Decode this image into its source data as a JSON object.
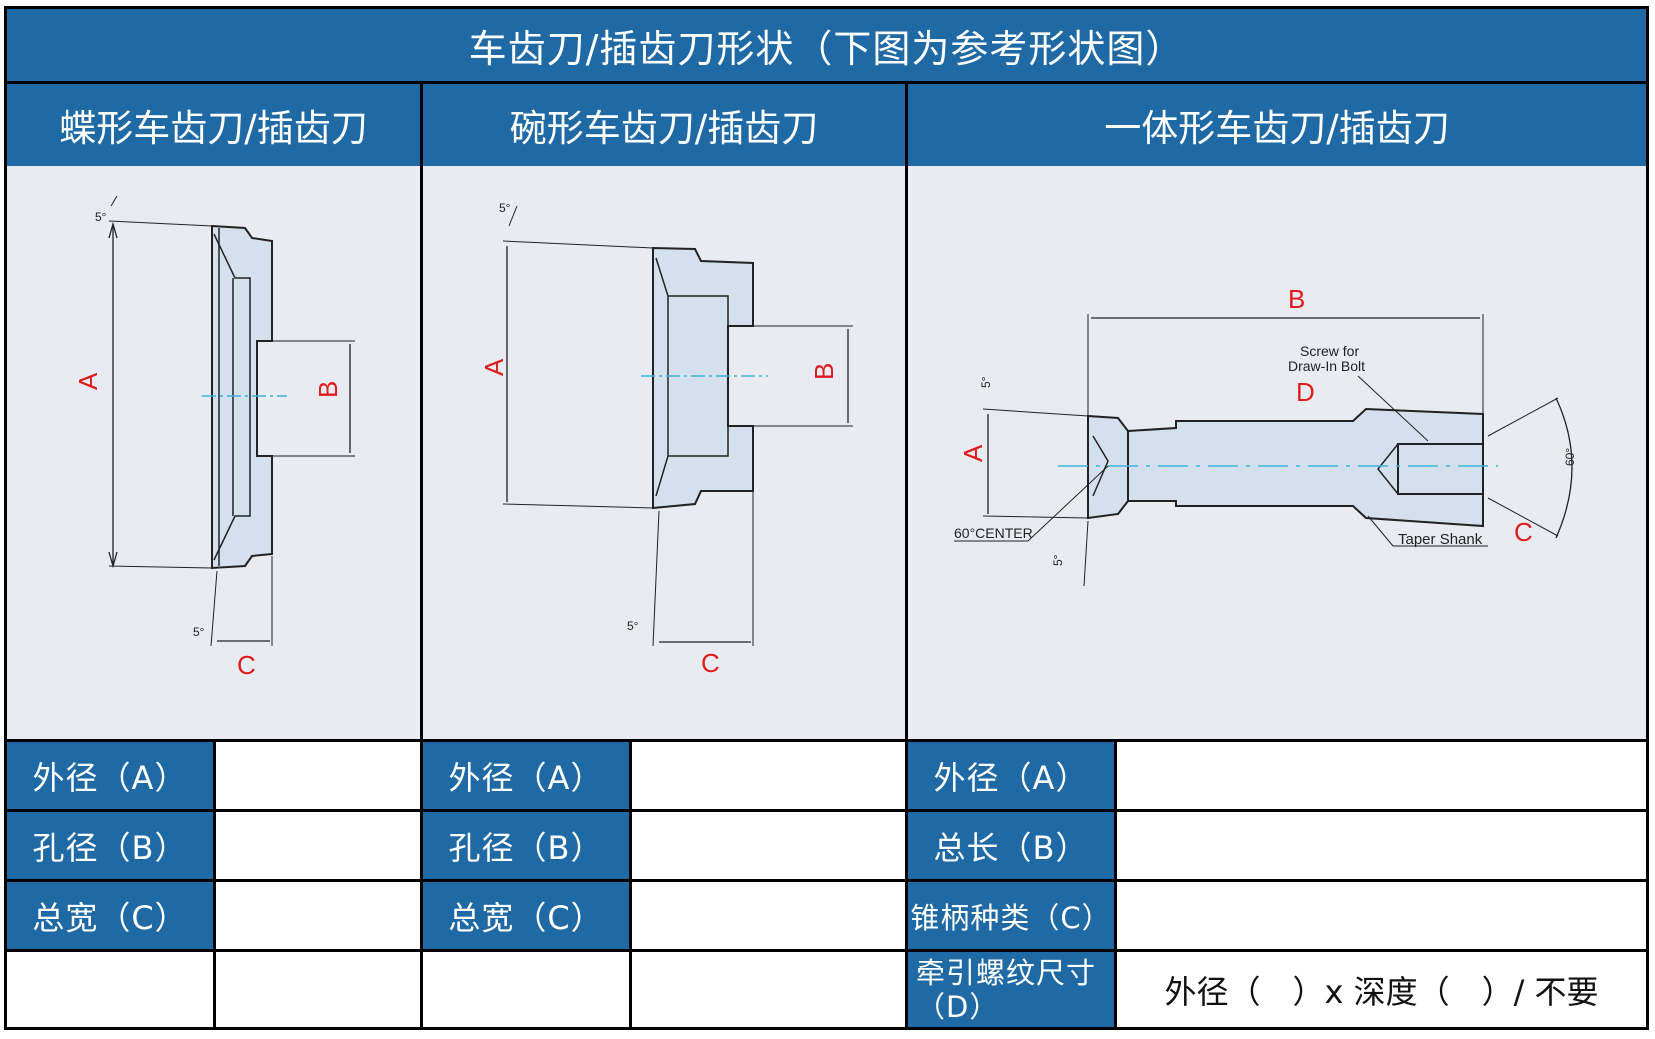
{
  "title": "车齿刀/插齿刀形状（下图为参考形状图）",
  "columns": [
    {
      "heading": "蝶形车齿刀/插齿刀"
    },
    {
      "heading": "碗形车齿刀/插齿刀"
    },
    {
      "heading": "一体形车齿刀/插齿刀"
    }
  ],
  "drawings": {
    "d1": {
      "angle_top": "5°",
      "angle_bottom": "5°",
      "dim_a": "A",
      "dim_b": "B",
      "dim_c": "C"
    },
    "d2": {
      "angle_top": "5°",
      "angle_bottom": "5°",
      "dim_a": "A",
      "dim_b": "B",
      "dim_c": "C"
    },
    "d3": {
      "angle_top": "5°",
      "angle_bottom": "5°",
      "dim_a": "A",
      "dim_b": "B",
      "dim_c": "C",
      "dim_d": "D",
      "screw_line1": "Screw for",
      "screw_line2": "Draw-In Bolt",
      "taper": "Taper Shank",
      "center": "60°CENTER",
      "angle_60": "60°"
    }
  },
  "table": {
    "col1": [
      "外径（A）",
      "孔径（B）",
      "总宽（C）",
      ""
    ],
    "col2": [
      "外径（A）",
      "孔径（B）",
      "总宽（C）",
      ""
    ],
    "col3": [
      "外径（A）",
      "总长（B）",
      "锥柄种类（C）",
      "牵引螺纹尺寸（D）"
    ],
    "col3_last_value": "外径（　）x 深度（　）/ 不要"
  },
  "colors": {
    "header_blue": "#1f6aa5",
    "panel_gray": "#e8ebf2",
    "dim_red": "#e01b1b",
    "center_line": "#3ab4d8"
  }
}
